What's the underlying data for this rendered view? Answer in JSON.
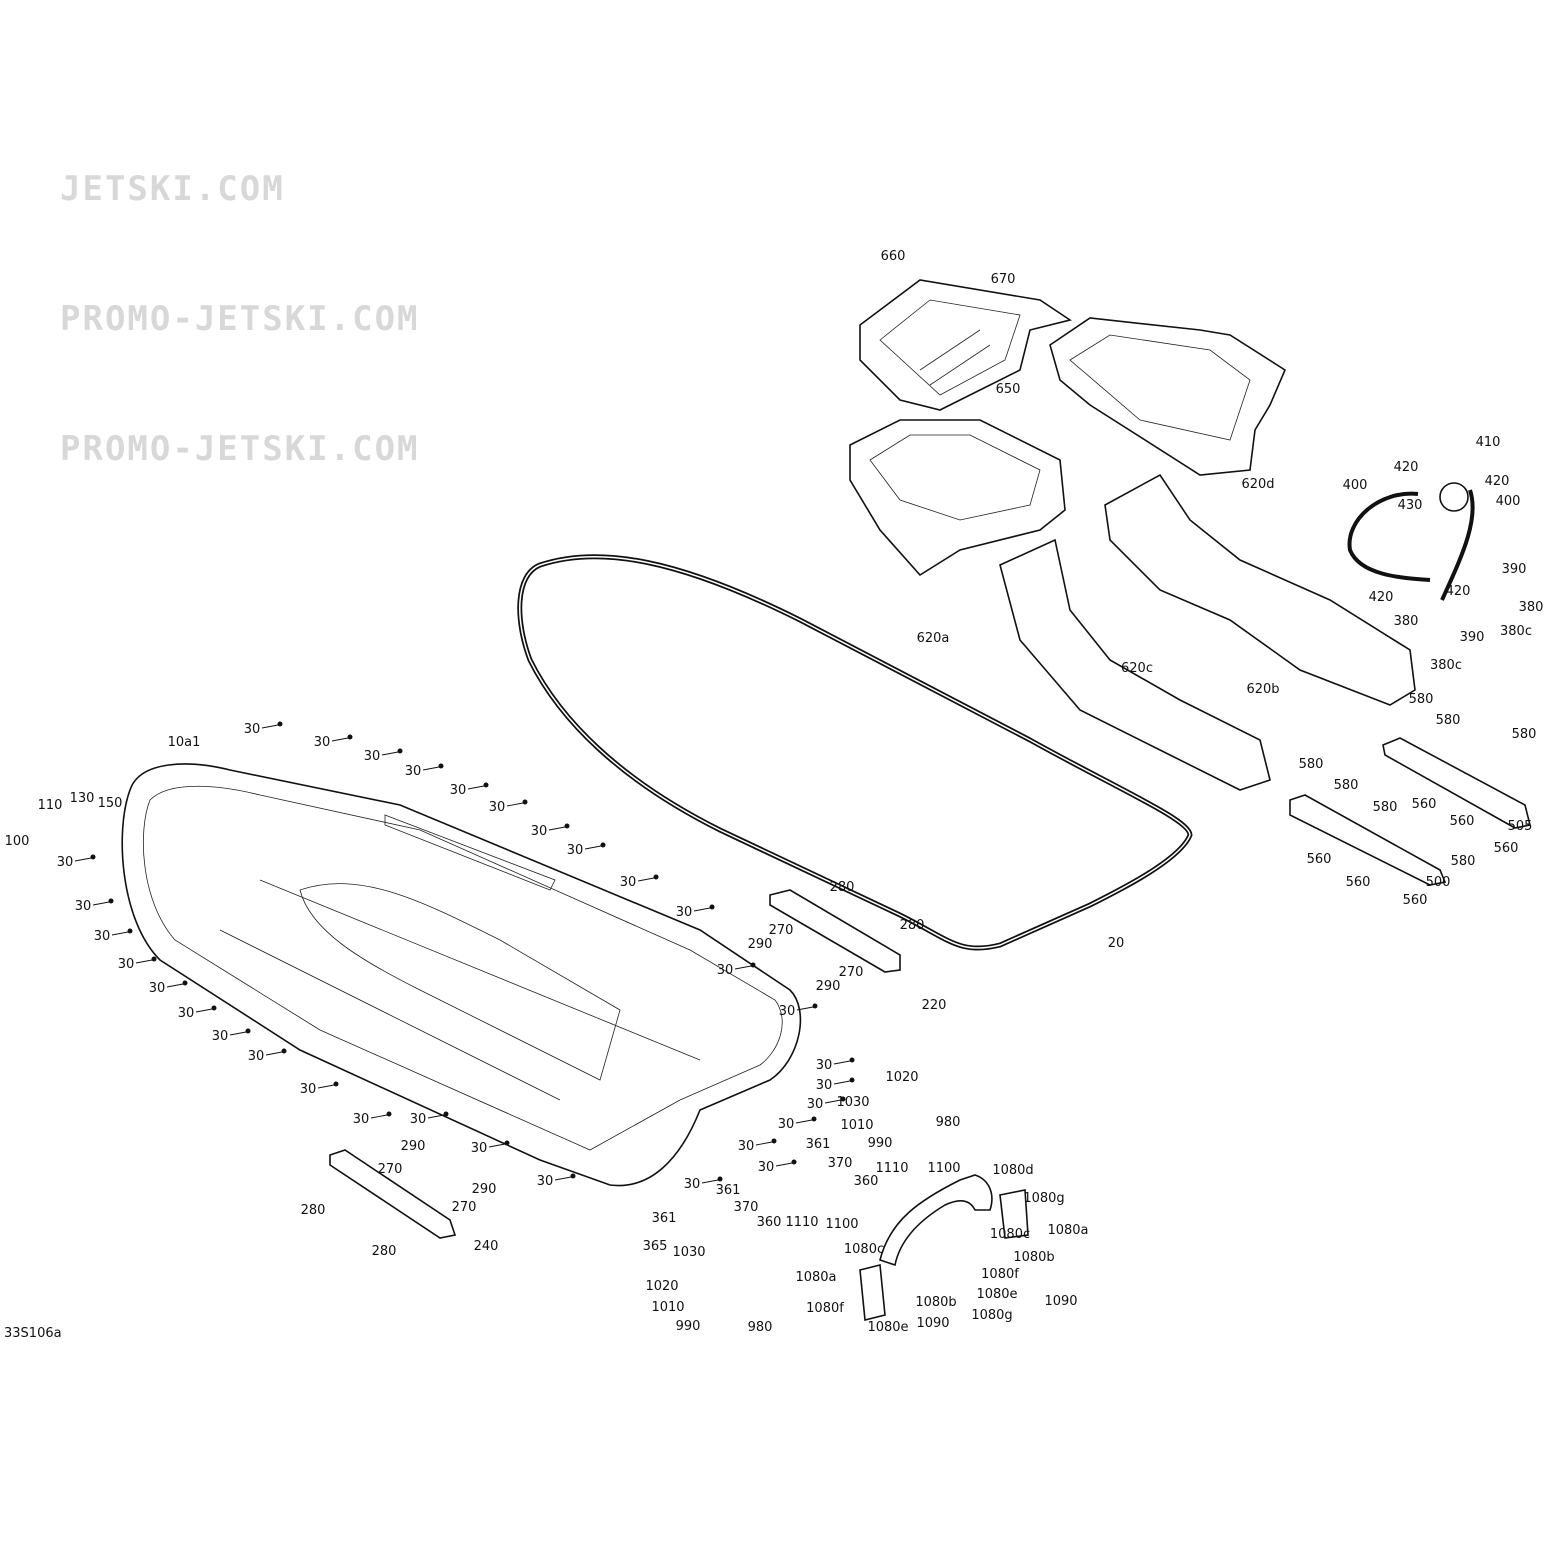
{
  "diagram_code": "33S106a",
  "watermark": [
    "JETSKI.COM",
    "PROMO-JETSKI.COM",
    "PROMO-JETSKI.COM"
  ],
  "labels": [
    "660",
    "670",
    "650",
    "620d",
    "620a",
    "620c",
    "620b",
    "410",
    "420",
    "420",
    "400",
    "430",
    "400",
    "390",
    "420",
    "420",
    "380",
    "380",
    "390",
    "380c",
    "380c",
    "580",
    "580",
    "580",
    "580",
    "580",
    "580",
    "560",
    "560",
    "505",
    "560",
    "560",
    "580",
    "560",
    "500",
    "560",
    "20",
    "280",
    "280",
    "270",
    "290",
    "270",
    "30",
    "220",
    "290",
    "30",
    "10a1",
    "30",
    "30",
    "30",
    "30",
    "30",
    "30",
    "30",
    "30",
    "30",
    "30",
    "100",
    "110",
    "130",
    "150",
    "30",
    "30",
    "30",
    "30",
    "30",
    "30",
    "30",
    "30",
    "30",
    "30",
    "30",
    "30",
    "290",
    "270",
    "30",
    "290",
    "270",
    "280",
    "280",
    "240",
    "30",
    "30",
    "30",
    "1020",
    "1030",
    "1010",
    "990",
    "980",
    "30",
    "30",
    "30",
    "361",
    "370",
    "360",
    "1110",
    "1100",
    "30",
    "361",
    "370",
    "360",
    "361",
    "365",
    "1110",
    "1100",
    "1030",
    "1020",
    "1010",
    "990",
    "980",
    "1080d",
    "1080g",
    "1080a",
    "1080c",
    "1080c",
    "1080b",
    "1080f",
    "1080a",
    "1080e",
    "1080b",
    "1080g",
    "1080f",
    "1090",
    "1090",
    "1080e"
  ]
}
